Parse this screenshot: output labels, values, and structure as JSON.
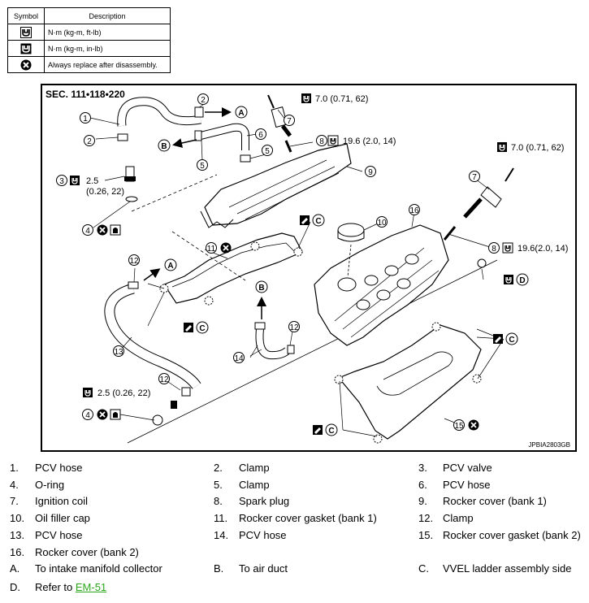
{
  "symbol_table": {
    "header_symbol": "Symbol",
    "header_description": "Description",
    "rows": [
      {
        "icon": "torque-wrench-icon",
        "description": "N·m (kg-m, ft-lb)"
      },
      {
        "icon": "torque-wrench-inlb-icon",
        "description": "N·m (kg-m, in-lb)"
      },
      {
        "icon": "always-replace-icon",
        "description": "Always replace after disassembly."
      }
    ]
  },
  "diagram": {
    "section": "SEC. 111•118•220",
    "figure_id": "JPBIA2803GB",
    "torque_1": "7.0 (0.71, 62)",
    "torque_2": "19.6 (2.0, 14)",
    "torque_3": "7.0 (0.71, 62)",
    "torque_4": "19.6(2.0, 14)",
    "torque_5a": "2.5",
    "torque_5b": "(0.26, 22)",
    "torque_6": "2.5 (0.26, 22)",
    "callouts": [
      "1",
      "2",
      "2",
      "3",
      "4",
      "5",
      "6",
      "7",
      "7",
      "8",
      "8",
      "9",
      "10",
      "11",
      "12",
      "12",
      "12",
      "13",
      "14",
      "15",
      "16"
    ],
    "letters": [
      "A",
      "B",
      "A",
      "B",
      "C",
      "D"
    ]
  },
  "legend": [
    [
      {
        "num": "1.",
        "label": "PCV hose"
      },
      {
        "num": "2.",
        "label": "Clamp"
      },
      {
        "num": "3.",
        "label": "PCV valve"
      }
    ],
    [
      {
        "num": "4.",
        "label": "O-ring"
      },
      {
        "num": "5.",
        "label": "Clamp"
      },
      {
        "num": "6.",
        "label": "PCV hose"
      }
    ],
    [
      {
        "num": "7.",
        "label": "Ignition coil"
      },
      {
        "num": "8.",
        "label": "Spark plug"
      },
      {
        "num": "9.",
        "label": "Rocker cover (bank 1)"
      }
    ],
    [
      {
        "num": "10.",
        "label": "Oil filler cap"
      },
      {
        "num": "11.",
        "label": "Rocker cover gasket (bank 1)"
      },
      {
        "num": "12.",
        "label": "Clamp"
      }
    ],
    [
      {
        "num": "13.",
        "label": "PCV hose"
      },
      {
        "num": "14.",
        "label": "PCV hose"
      },
      {
        "num": "15.",
        "label": "Rocker cover gasket (bank 2)"
      }
    ],
    [
      {
        "num": "16.",
        "label": "Rocker cover (bank 2)"
      }
    ],
    [
      {
        "num": "A.",
        "label": "To intake manifold collector"
      },
      {
        "num": "B.",
        "label": "To air duct"
      },
      {
        "num": "C.",
        "label": "VVEL ladder assembly side"
      }
    ]
  ],
  "legend_d": {
    "num": "D.",
    "label": "Refer to ",
    "link": "EM-51"
  }
}
